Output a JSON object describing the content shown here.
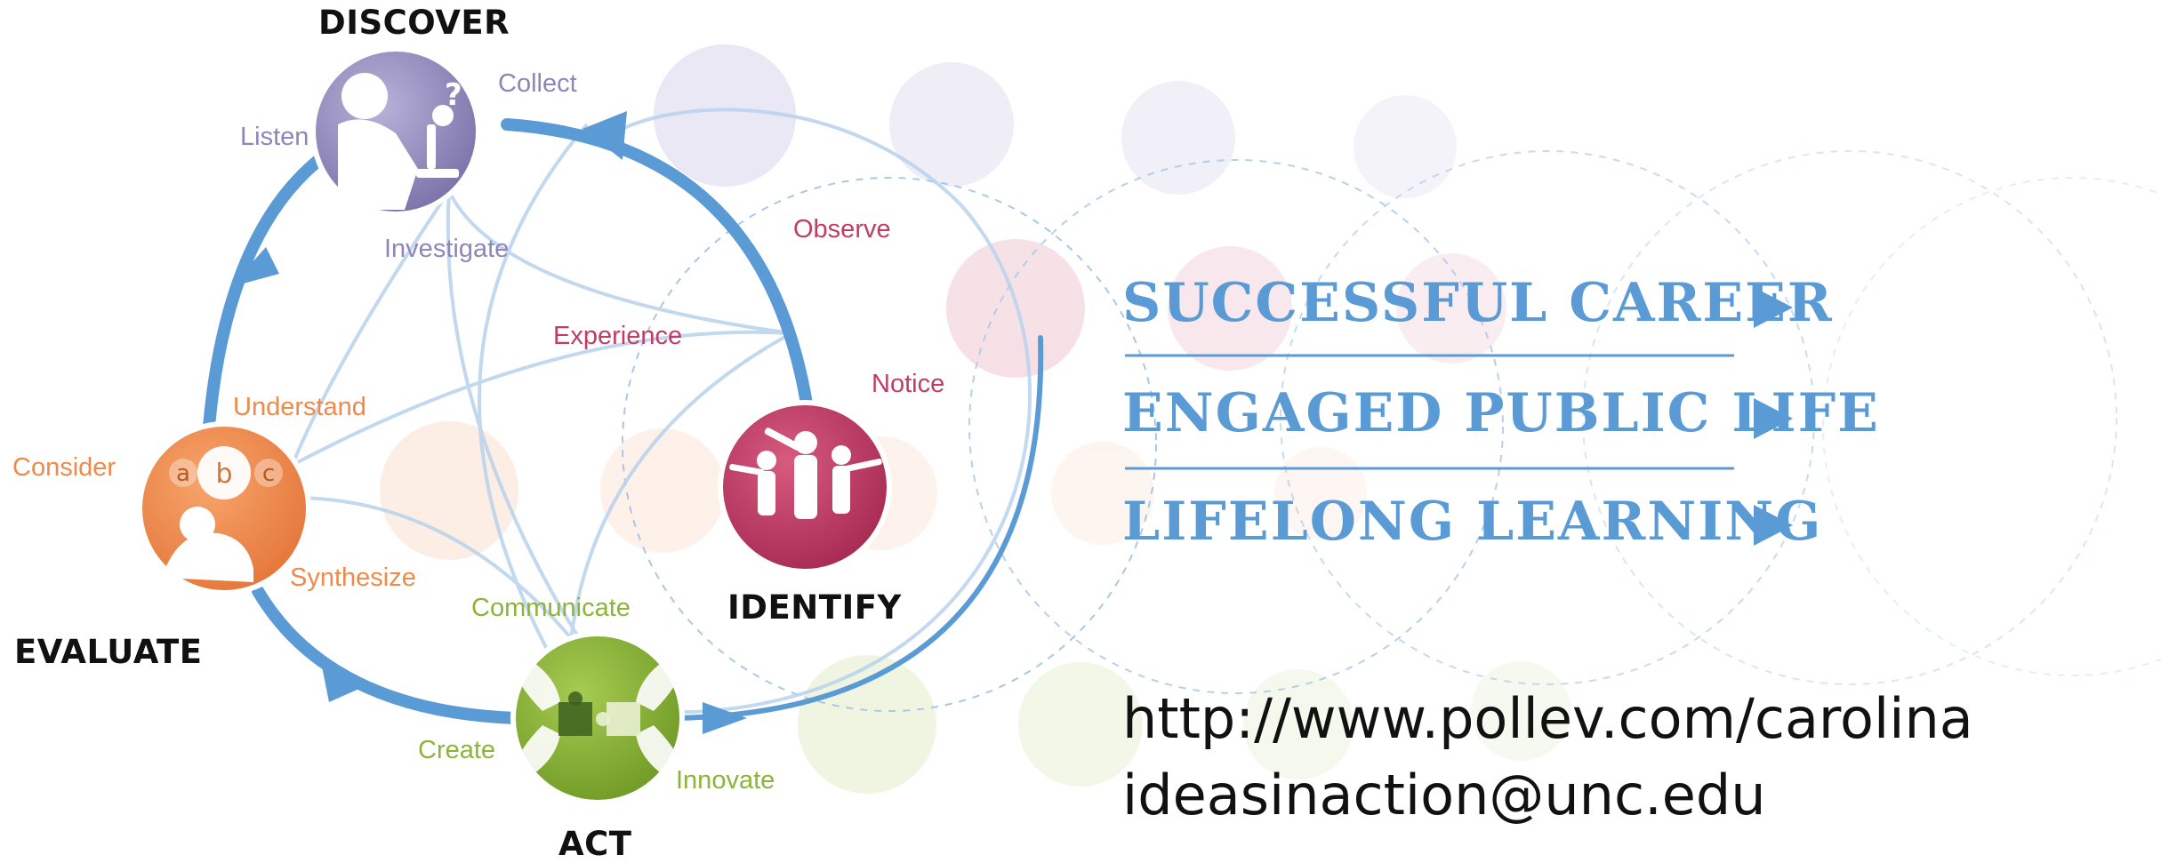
{
  "colors": {
    "arrow_blue": "#5b9bd5",
    "light_blue": "#b8d2ec",
    "discover": "#8e86b8",
    "identify": "#c03d63",
    "evaluate": "#ef8a4a",
    "act": "#8cb33a",
    "outcome_blue": "#5b9bd5",
    "rule_blue": "#5b9bd5"
  },
  "cycle": {
    "discover": {
      "title": "DISCOVER",
      "verbs": [
        "Collect",
        "Listen",
        "Investigate"
      ],
      "icon": "scientist-microscope-icon"
    },
    "identify": {
      "title": "IDENTIFY",
      "verbs": [
        "Observe",
        "Experience",
        "Notice"
      ],
      "icon": "people-pointing-icon"
    },
    "evaluate": {
      "title": "EVALUATE",
      "verbs": [
        "Understand",
        "Consider",
        "Synthesize"
      ],
      "icon": "thinking-person-abc-icon",
      "bubble_letters": [
        "a",
        "b",
        "c"
      ]
    },
    "act": {
      "title": "ACT",
      "verbs": [
        "Communicate",
        "Create",
        "Innovate"
      ],
      "icon": "puzzle-hands-icon"
    }
  },
  "outcomes": [
    "SUCCESSFUL  CAREER",
    "ENGAGED PUBLIC LIFE",
    "LIFELONG  LEARNING"
  ],
  "outcome_arrow_icon": "triangle-right-icon",
  "contact": {
    "url": "http://www.pollev.com/carolina",
    "email": "ideasinaction@unc.edu"
  }
}
